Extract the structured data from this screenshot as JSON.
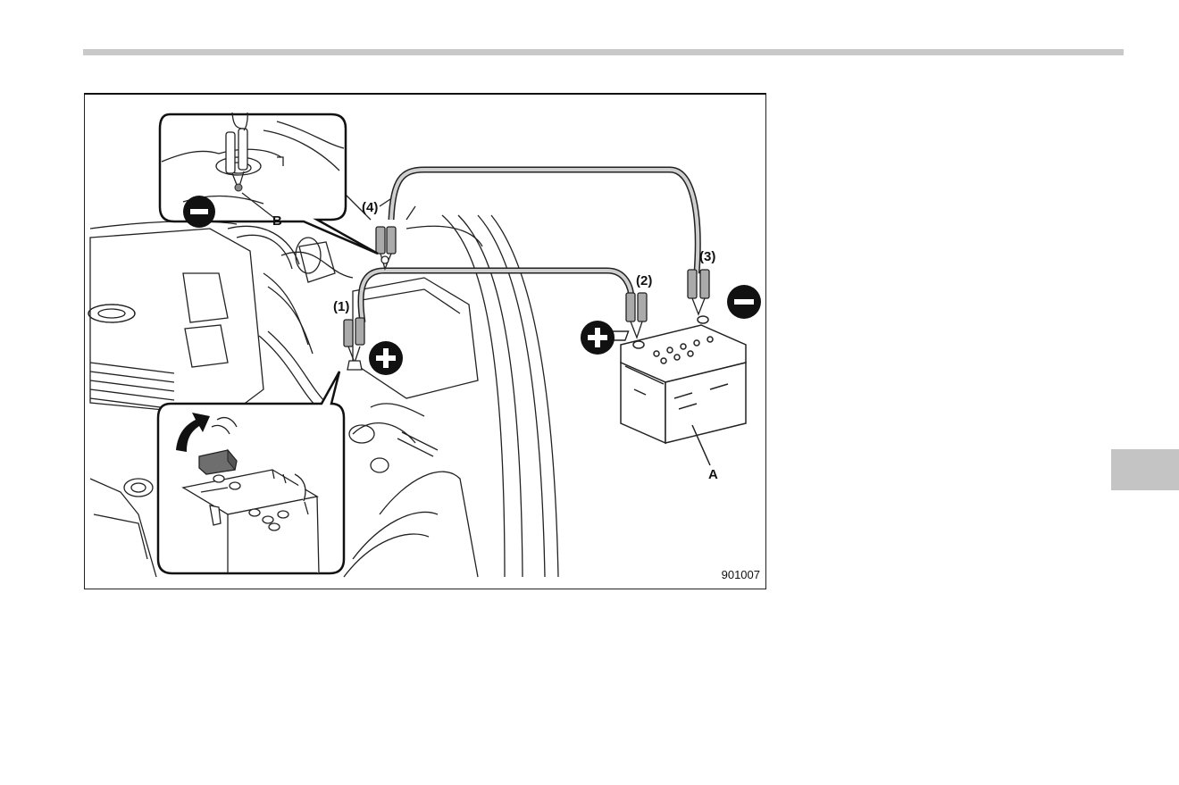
{
  "figure": {
    "labels": {
      "step1": "(1)",
      "step2": "(2)",
      "step3": "(3)",
      "step4": "(4)",
      "battery": "A",
      "ground_point": "B"
    },
    "figure_number": "901007"
  },
  "colors": {
    "header_rule": "#c9c9c9",
    "side_tab": "#c4c4c4",
    "ink": "#111111"
  },
  "icons": [
    "minus-terminal-icon",
    "plus-terminal-icon",
    "arrow-up-icon"
  ]
}
